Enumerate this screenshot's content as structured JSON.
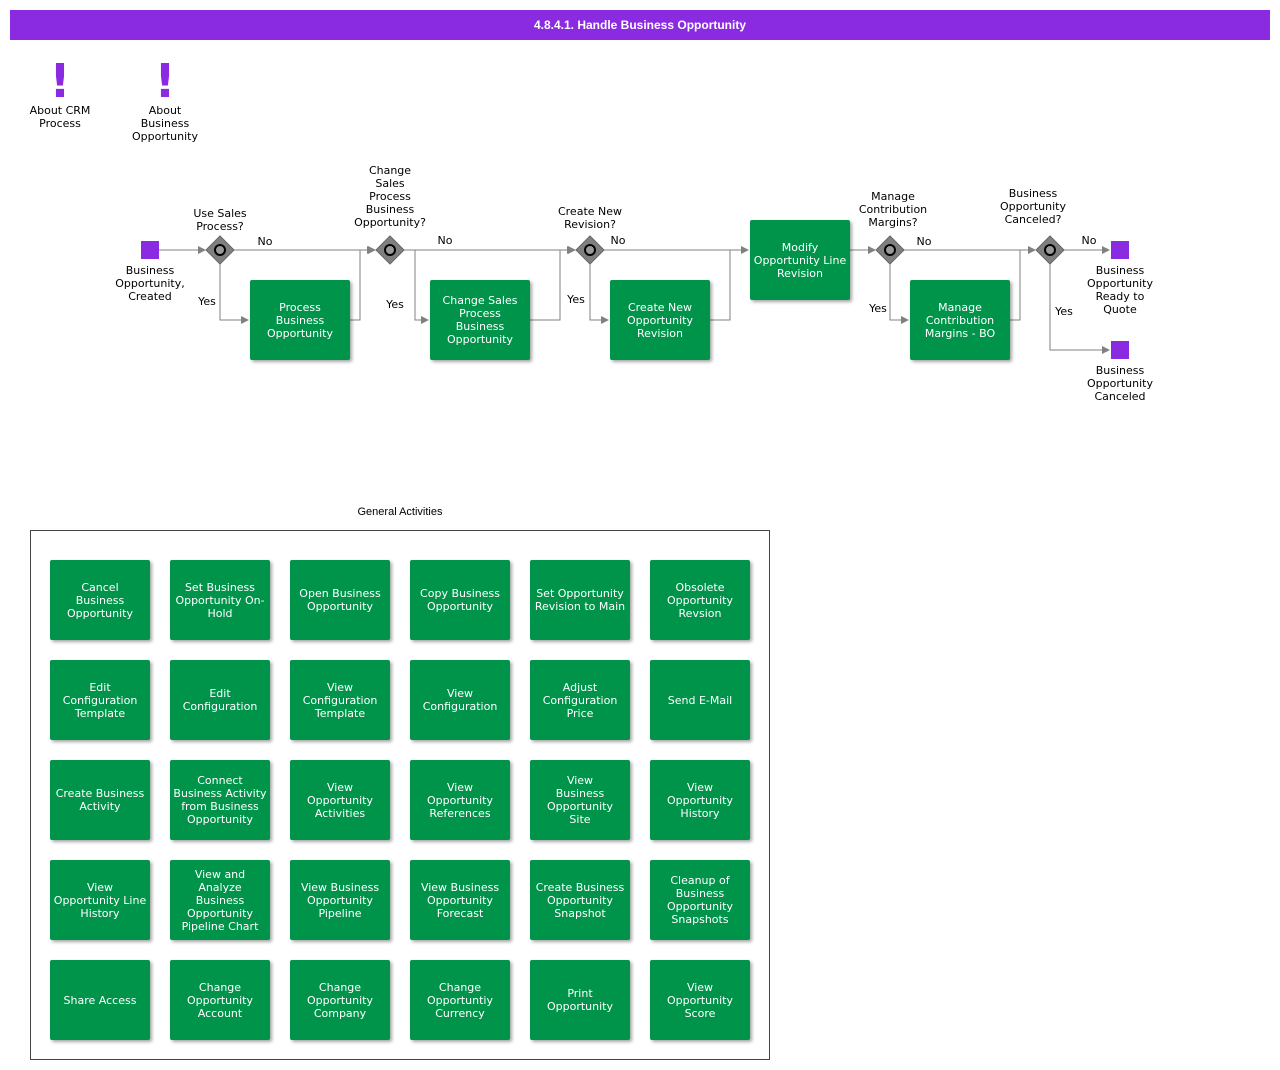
{
  "title": "4.8.4.1. Handle Business Opportunity",
  "notes": [
    {
      "label": "About CRM\nProcess"
    },
    {
      "label": "About\nBusiness\nOpportunity"
    }
  ],
  "events": {
    "start": "Business\nOpportunity,\nCreated",
    "end_ready": "Business\nOpportunity\nReady to\nQuote",
    "end_canceled": "Business\nOpportunity\nCanceled"
  },
  "gateways": [
    {
      "question": "Use Sales\nProcess?",
      "no": "No",
      "yes": "Yes"
    },
    {
      "question": "Change\nSales\nProcess\nBusiness\nOpportunity?",
      "no": "No",
      "yes": "Yes"
    },
    {
      "question": "Create New\nRevision?",
      "no": "No",
      "yes": "Yes"
    },
    {
      "question": "Manage\nContribution\nMargins?",
      "no": "No",
      "yes": "Yes"
    },
    {
      "question": "Business\nOpportunity\nCanceled?",
      "no": "No",
      "yes": "Yes"
    }
  ],
  "tasks": {
    "process_bo": "Process\nBusiness\nOpportunity",
    "change_sales": "Change Sales\nProcess\nBusiness\nOpportunity",
    "create_revision": "Create New\nOpportunity\nRevision",
    "modify_line": "Modify\nOpportunity Line\nRevision",
    "manage_margins": "Manage\nContribution\nMargins - BO"
  },
  "general": {
    "title": "General Activities",
    "activities": [
      "Cancel\nBusiness\nOpportunity",
      "Set Business\nOpportunity On-\nHold",
      "Open Business\nOpportunity",
      "Copy Business\nOpportunity",
      "Set Opportunity\nRevision to Main",
      "Obsolete\nOpportunity\nRevsion",
      "Edit\nConfiguration\nTemplate",
      "Edit\nConfiguration",
      "View\nConfiguration\nTemplate",
      "View\nConfiguration",
      "Adjust\nConfiguration\nPrice",
      "Send E-Mail",
      "Create Business\nActivity",
      "Connect\nBusiness Activity\nfrom Business\nOpportunity",
      "View\nOpportunity\nActivities",
      "View\nOpportunity\nReferences",
      "View\nBusiness\nOpportunity\nSite",
      "View\nOpportunity\nHistory",
      "View\nOpportunity Line\nHistory",
      "View and\nAnalyze\nBusiness\nOpportunity\nPipeline Chart",
      "View Business\nOpportunity\nPipeline",
      "View Business\nOpportunity\nForecast",
      "Create Business\nOpportunity\nSnapshot",
      "Cleanup of\nBusiness\nOpportunity\nSnapshots",
      "Share Access",
      "Change\nOpportunity\nAccount",
      "Change\nOpportunity\nCompany",
      "Change\nOpportuntiy\nCurrency",
      "Print\nOpportunity",
      "View\nOpportunity\nScore"
    ]
  },
  "colors": {
    "accent": "#8a2be2",
    "task": "#00944a",
    "gateway": "#808080"
  }
}
